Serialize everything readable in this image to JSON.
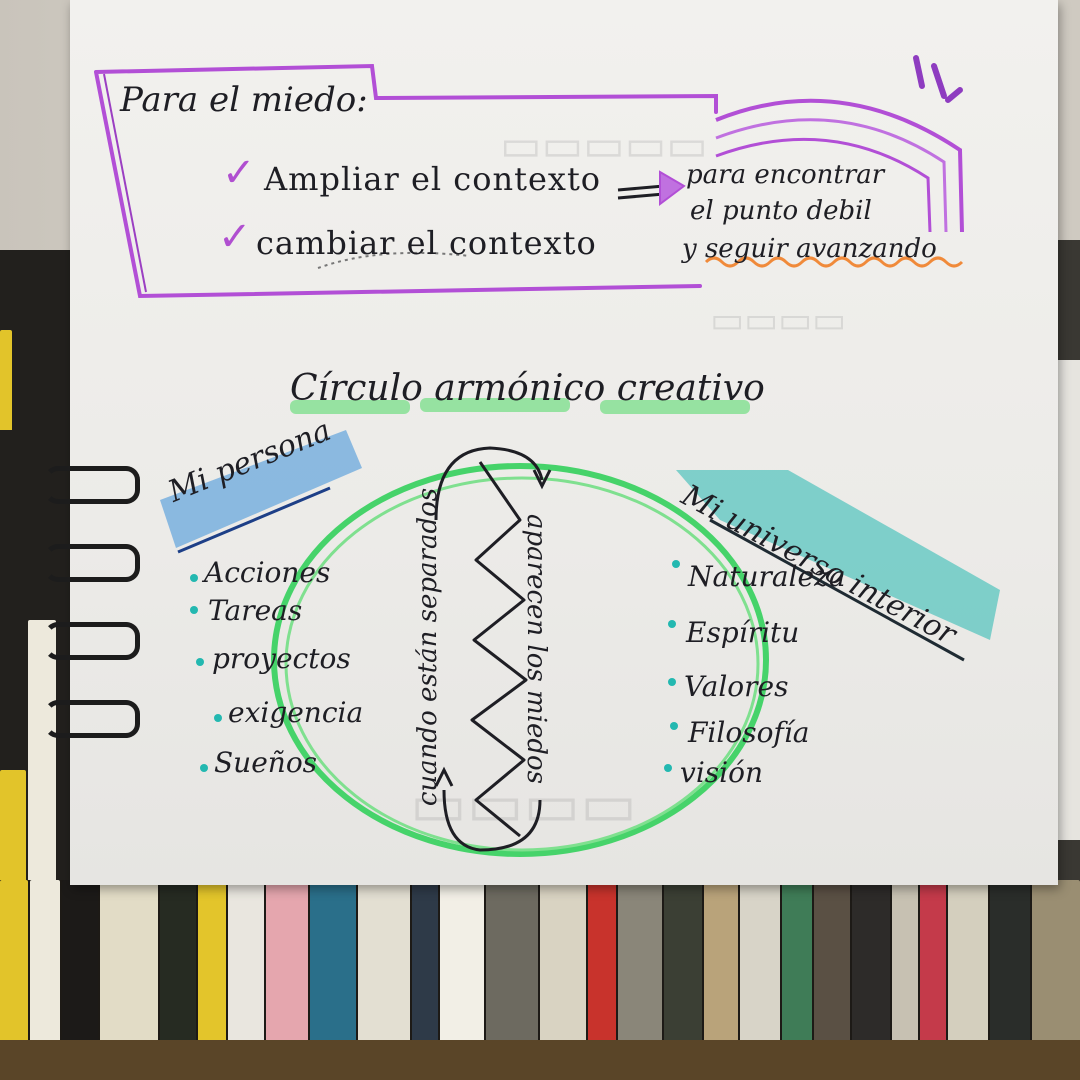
{
  "notebook": {
    "title": "Para el miedo:",
    "items": [
      {
        "check": "✓",
        "text": "Ampliar el contexto"
      },
      {
        "check": "✓",
        "text": "cambiar el contexto"
      }
    ],
    "arrow_note": [
      "para encontrar",
      "el punto debil",
      "y seguir avanzando"
    ],
    "heading": "Círculo armónico creativo",
    "left_tag": "Mi persona",
    "left_items": [
      "Acciones",
      "Tareas",
      "proyectos",
      "exigencia",
      "Sueños"
    ],
    "center_left": "cuando están separados",
    "center_right": "aparecen los miedos",
    "right_tag": "Mi universo interior",
    "right_items": [
      "Naturaleza",
      "Espíritu",
      "Valores",
      "Filosofía",
      "visión"
    ]
  },
  "colors": {
    "purple": "#b24fd6",
    "green": "#46d36a",
    "teal": "#25b8b0",
    "blue_highlight": "#3a8fd8",
    "orange": "#f08a3a",
    "ink": "#1e1e24"
  }
}
